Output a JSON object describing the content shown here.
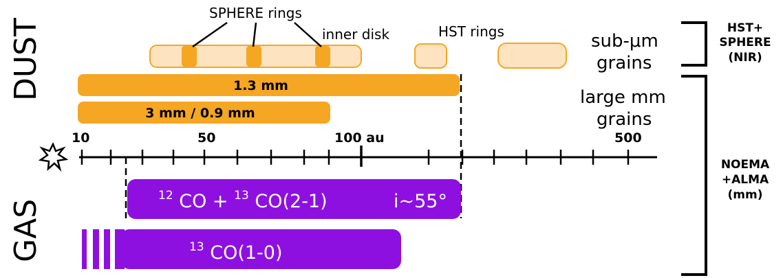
{
  "section_labels": {
    "dust": "DUST",
    "gas": "GAS"
  },
  "dust_annotations": {
    "sphere_rings": "SPHERE rings",
    "inner_disk": "inner disk",
    "hst_rings": "HST rings",
    "sub_um_line1": "sub-μm",
    "sub_um_line2": "grains",
    "large_mm_line1": "large mm",
    "large_mm_line2": "grains"
  },
  "dust_bars": {
    "bar1_label": "1.3 mm",
    "bar2_label": "3 mm / 0.9 mm"
  },
  "axis": {
    "tick_labels": [
      "10",
      "50",
      "100 au",
      "500"
    ],
    "star_symbol": "star"
  },
  "gas_bars": {
    "co_main": "CO +",
    "co_main_sup1": "12",
    "co_main_sup2": "13",
    "co_main_tail": "CO(2-1)",
    "inclination": "i~55°",
    "co13_sup": "13",
    "co13_label": "CO(1-0)"
  },
  "instruments": {
    "hst_sphere_line1": "HST+",
    "hst_sphere_line2": "SPHERE",
    "hst_sphere_line3": "(NIR)",
    "noema_alma_line1": "NOEMA",
    "noema_alma_line2": "+ALMA",
    "noema_alma_line3": "(mm)"
  },
  "colors": {
    "orange": "#f5a623",
    "light_orange_fill": "#fde3c0",
    "purple": "#8e10e0",
    "black": "#000000",
    "white": "#ffffff"
  }
}
